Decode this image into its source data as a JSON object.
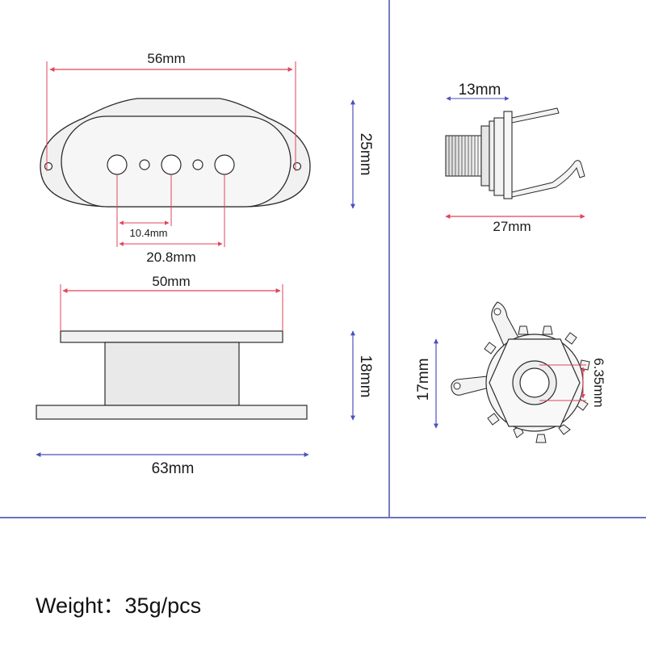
{
  "colors": {
    "dimension_red": "#e0455a",
    "dimension_blue": "#4a52b8",
    "divider_blue": "#3a44a8",
    "part_fill": "#f1f1f1",
    "part_stroke": "#2b2b2b"
  },
  "pickup_top": {
    "width_label": "56mm",
    "height_label": "25mm",
    "pole_spacing_label": "10.4mm",
    "pole_span_label": "20.8mm"
  },
  "pickup_side": {
    "top_plate_label": "50mm",
    "height_label": "18mm",
    "base_label": "63mm"
  },
  "jack_side": {
    "thread_label": "13mm",
    "length_label": "27mm"
  },
  "jack_front": {
    "height_label": "17mm",
    "bore_label": "6.35mm"
  },
  "footer": {
    "weight_text": "Weight：35g/pcs"
  }
}
